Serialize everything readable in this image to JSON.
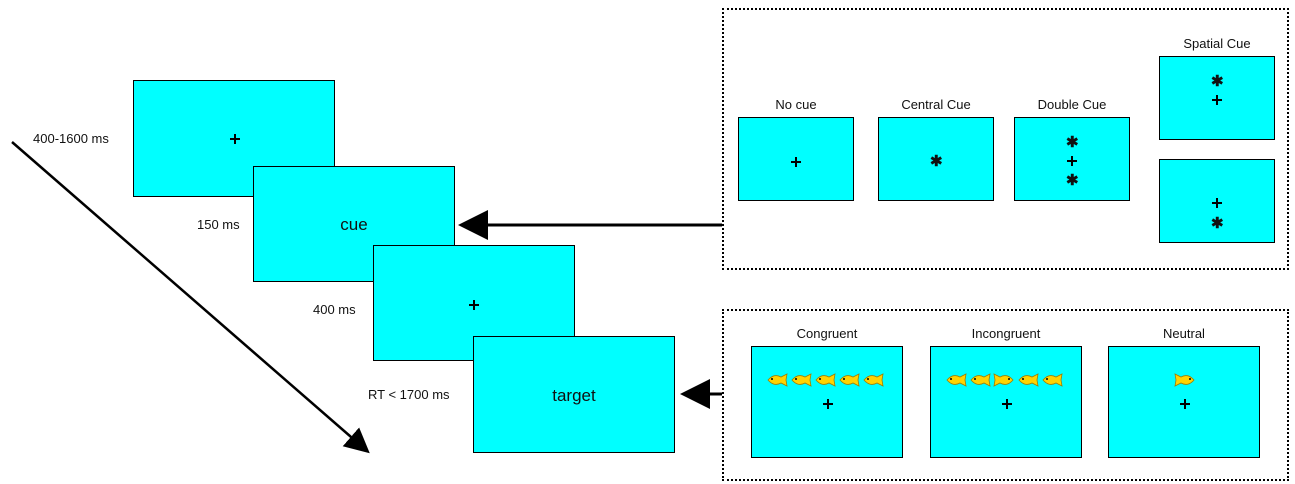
{
  "timeline": {
    "fixation1_duration": "400-1600 ms",
    "cue_duration": "150 ms",
    "fixation2_duration": "400 ms",
    "target_duration": "RT < 1700 ms",
    "cue_screen_text": "cue",
    "target_screen_text": "target"
  },
  "cue_conditions": {
    "no_cue": "No cue",
    "central_cue": "Central Cue",
    "double_cue": "Double Cue",
    "spatial_cue": "Spatial Cue"
  },
  "target_conditions": {
    "congruent": "Congruent",
    "incongruent": "Incongruent",
    "neutral": "Neutral"
  },
  "colors": {
    "screen": "#00ffff",
    "fish": "#ffd400"
  }
}
